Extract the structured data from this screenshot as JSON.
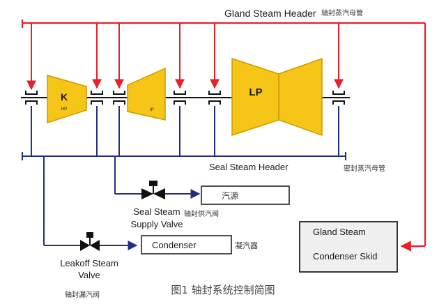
{
  "colors": {
    "header_red": "#e8202a",
    "header_blue": "#1f2f86",
    "turbine_fill": "#f5c518",
    "turbine_stroke": "#d09a00",
    "valve_black": "#111111",
    "skid_fill": "#f0f0f0"
  },
  "headers": {
    "gland_en": "Gland Steam Header",
    "gland_cn": "轴封蒸汽母管",
    "seal_en": "Seal Steam Header",
    "seal_cn": "密封蒸汽母管"
  },
  "turbines": {
    "k_label": "K",
    "hp_label": "HP",
    "ip_label": "IP",
    "lp_label": "LP"
  },
  "boxes": {
    "steam_source": "汽源",
    "condenser": "Condenser",
    "condenser_cn": "凝汽器",
    "skid_line1": "Gland Steam",
    "skid_line2": "Condenser Skid"
  },
  "valves": {
    "seal_supply_line1": "Seal Steam",
    "seal_supply_line2": "Supply Valve",
    "seal_supply_cn": "轴封供汽阀",
    "leakoff_line1": "Leakoff Steam",
    "leakoff_line2": "Valve",
    "leakoff_cn": "轴封漏汽阀"
  },
  "caption": "图1 轴封系统控制简图"
}
